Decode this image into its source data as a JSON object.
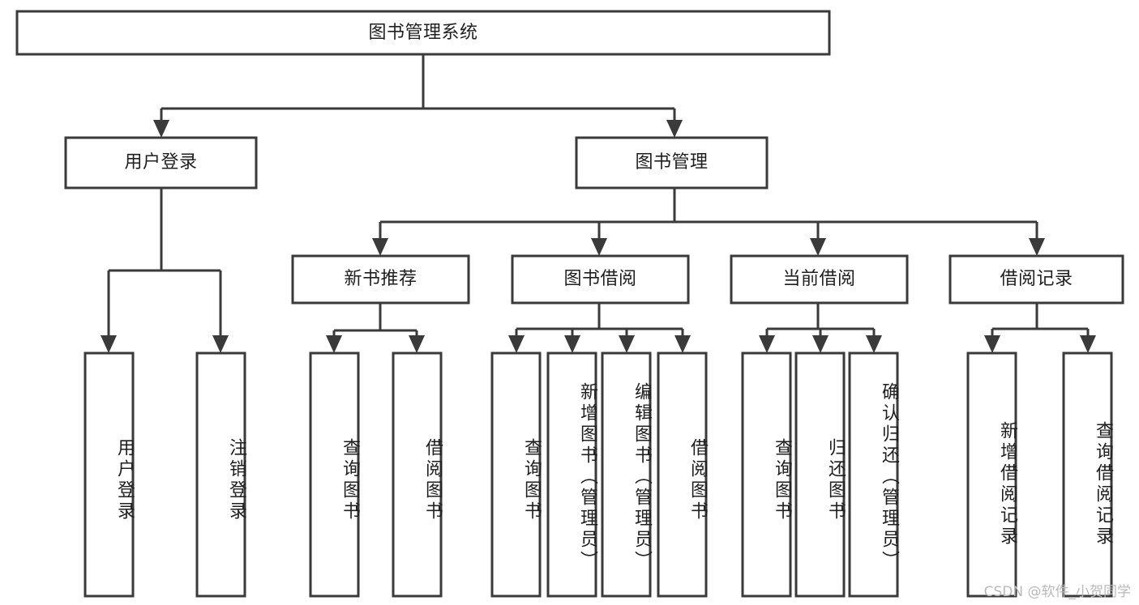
{
  "diagram": {
    "type": "tree-hierarchy",
    "title": "图书管理系统",
    "watermark": "CSDN @软件_小贺同学",
    "colors": {
      "stroke": "#3a3a3a",
      "fill": "#ffffff",
      "text": "#1f1f1f",
      "watermark": "#b9b9b9",
      "background": "#ffffff"
    },
    "levels": {
      "root": {
        "label": "图书管理系统"
      },
      "level1": [
        {
          "label": "用户登录"
        },
        {
          "label": "图书管理"
        }
      ],
      "level2": [
        {
          "label": "新书推荐"
        },
        {
          "label": "图书借阅"
        },
        {
          "label": "当前借阅"
        },
        {
          "label": "借阅记录"
        }
      ],
      "leaves_user_login": [
        {
          "label": "用户登录"
        },
        {
          "label": "注销登录"
        }
      ],
      "leaves_new_book": [
        {
          "label": "查询图书"
        },
        {
          "label": "借阅图书"
        }
      ],
      "leaves_borrow": [
        {
          "label": "查询图书"
        },
        {
          "label": "新增图书（管理员）"
        },
        {
          "label": "编辑图书（管理员）"
        },
        {
          "label": "借阅图书"
        }
      ],
      "leaves_current": [
        {
          "label": "查询图书"
        },
        {
          "label": "归还图书"
        },
        {
          "label": "确认归还（管理员）"
        }
      ],
      "leaves_record": [
        {
          "label": "新增借阅记录"
        },
        {
          "label": "查询借阅记录"
        }
      ]
    }
  }
}
